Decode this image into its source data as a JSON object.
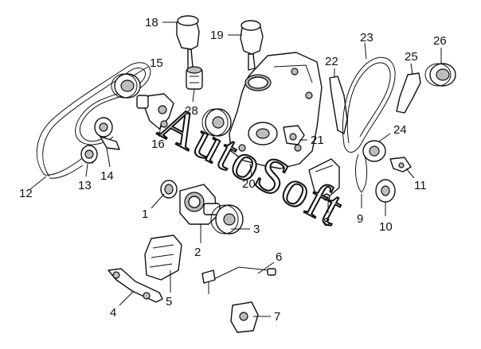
{
  "diagram": {
    "callouts": [
      {
        "id": "c1",
        "label": "1"
      },
      {
        "id": "c2",
        "label": "2"
      },
      {
        "id": "c3",
        "label": "3"
      },
      {
        "id": "c4",
        "label": "4"
      },
      {
        "id": "c5",
        "label": "5"
      },
      {
        "id": "c6",
        "label": "6"
      },
      {
        "id": "c7",
        "label": "7"
      },
      {
        "id": "c8",
        "label": "8"
      },
      {
        "id": "c9",
        "label": "9"
      },
      {
        "id": "c10",
        "label": "10"
      },
      {
        "id": "c11",
        "label": "11"
      },
      {
        "id": "c12",
        "label": "12"
      },
      {
        "id": "c13",
        "label": "13"
      },
      {
        "id": "c14",
        "label": "14"
      },
      {
        "id": "c15",
        "label": "15"
      },
      {
        "id": "c16",
        "label": "16"
      },
      {
        "id": "c18",
        "label": "18"
      },
      {
        "id": "c19",
        "label": "19"
      },
      {
        "id": "c20",
        "label": "20"
      },
      {
        "id": "c21",
        "label": "21"
      },
      {
        "id": "c22",
        "label": "22"
      },
      {
        "id": "c23",
        "label": "23"
      },
      {
        "id": "c24",
        "label": "24"
      },
      {
        "id": "c25",
        "label": "25"
      },
      {
        "id": "c26",
        "label": "26"
      },
      {
        "id": "c28",
        "label": "28"
      }
    ],
    "watermark": "AutoSoft"
  }
}
